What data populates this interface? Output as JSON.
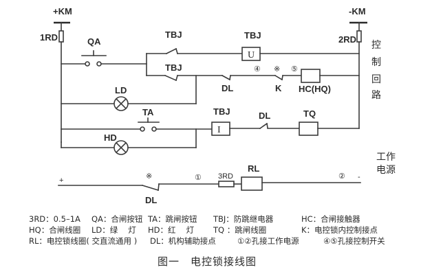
{
  "diagram": {
    "control_circuit": {
      "pos_bus": "+KM",
      "neg_bus": "-KM",
      "fuse_left": "1RD",
      "fuse_right": "2RD",
      "close_button": "QA",
      "trip_button": "TA",
      "tbj_contact_top": "TBJ",
      "tbj_contact_bottom": "TBJ",
      "tbj_voltage_coil_label": "TBJ",
      "tbj_voltage_coil_symbol": "U",
      "tbj_current_coil_label": "TBJ",
      "tbj_current_coil_symbol": "I",
      "dl_contact_close": "DL",
      "dl_contact_trip": "DL",
      "k_contact": "K",
      "k_mark": "※",
      "terminal_4": "④",
      "terminal_5": "⑤",
      "close_coil": "HC(HQ)",
      "trip_coil": "TQ",
      "green_lamp": "LD",
      "red_lamp": "HD",
      "side_label": [
        "控",
        "制",
        "回",
        "路"
      ]
    },
    "lock_circuit": {
      "plus": "+",
      "minus": "-",
      "dl_contact": "DL",
      "mark": "※",
      "terminal_1": "①",
      "terminal_2": "②",
      "fuse": "3RD",
      "coil": "RL",
      "side_label": [
        "工作",
        "电源"
      ]
    }
  },
  "legend": {
    "rows": [
      [
        "3RD：0.5–1A",
        "QA：合闸按钮",
        "TA：跳闸按钮",
        "TBJ：防跳继电器",
        "HC：合闸接触器"
      ],
      [
        "HQ：合闸线圈",
        "LD：绿　 灯",
        "HD：红　 灯",
        "TQ ：跳闸线圈",
        "K：电控锁内控制接点"
      ],
      [
        "RL：电控锁线圈( 交直流通用 )",
        "DL：机构辅助接点",
        "①②孔接工作电源",
        "④⑤孔接控制开关"
      ]
    ]
  },
  "caption": {
    "figure_no": "图一",
    "title": "电控锁接线图"
  }
}
